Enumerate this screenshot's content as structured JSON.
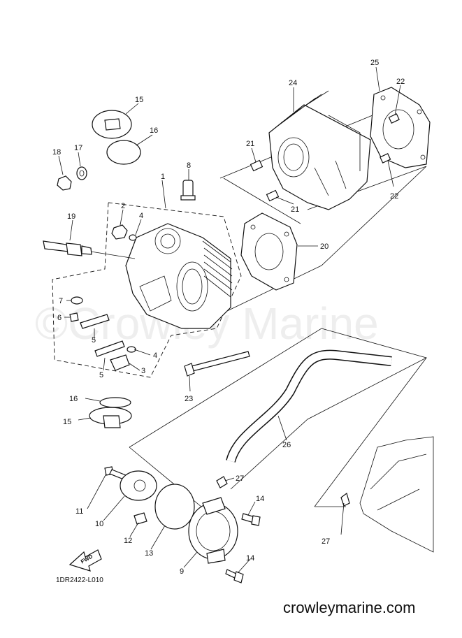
{
  "watermark": "©Crowley Marine",
  "website": "crowleymarine.com",
  "diagram_code": "1DR2422-L010",
  "direction_label": "FWD",
  "callouts": {
    "c1": "1",
    "c2": "2",
    "c3": "3",
    "c4a": "4",
    "c4b": "4",
    "c5a": "5",
    "c5b": "5",
    "c6": "6",
    "c7": "7",
    "c8": "8",
    "c9": "9",
    "c10": "10",
    "c11": "11",
    "c12": "12",
    "c13": "13",
    "c14a": "14",
    "c14b": "14",
    "c15a": "15",
    "c15b": "15",
    "c16a": "16",
    "c16b": "16",
    "c17": "17",
    "c18": "18",
    "c19": "19",
    "c20": "20",
    "c21a": "21",
    "c21b": "21",
    "c22a": "22",
    "c22b": "22",
    "c23": "23",
    "c24": "24",
    "c25": "25",
    "c26": "26",
    "c27a": "27",
    "c27b": "27"
  }
}
